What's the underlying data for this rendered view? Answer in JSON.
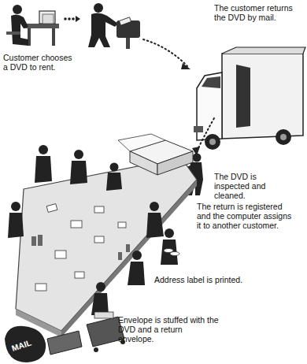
{
  "diagram": {
    "labels": [
      "The customer returns the DVD by mail.",
      "Customer chooses a DVD to rent.",
      "The DVD is inspected and cleaned.",
      "The return is registered and the computer assigns it to another customer.",
      "Address label is printed.",
      "Envelope is stuffed with the DVD and a return envelope.",
      "MAIL"
    ]
  }
}
